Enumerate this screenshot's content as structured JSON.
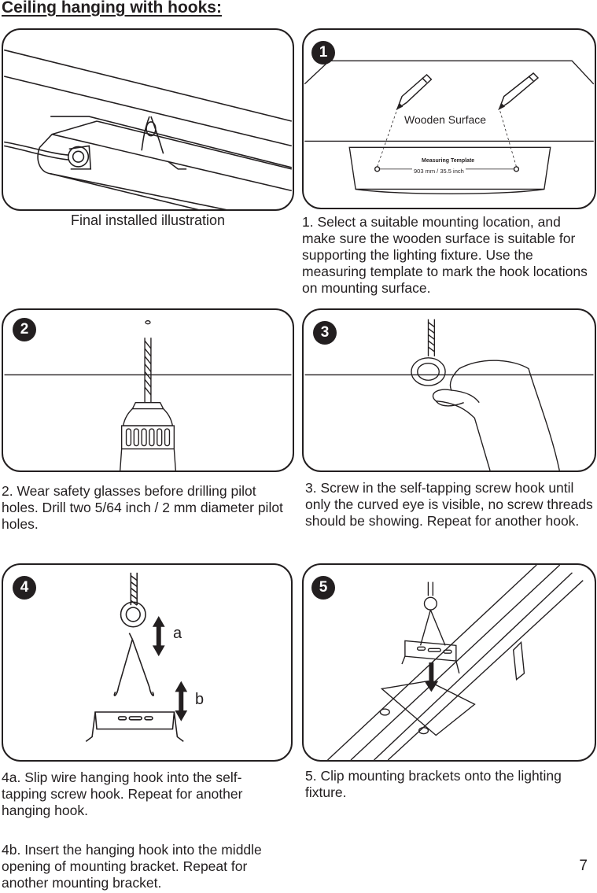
{
  "page": {
    "title": "Ceiling hanging with hooks:",
    "page_number": "7"
  },
  "final": {
    "caption": "Final installed illustration"
  },
  "steps": [
    {
      "badge": "1",
      "text": "1.   Select a suitable mounting location, and make sure the wooden surface is suitable for supporting the lighting fixture. Use the measuring template to mark the hook locations on mounting surface.",
      "surface_label": "Wooden Surface",
      "template_title": "Measuring Template",
      "template_measure": "903 mm / 35.5   inch"
    },
    {
      "badge": "2",
      "text": "2.   Wear safety glasses before drilling pilot holes.  Drill two 5/64 inch / 2 mm diameter pilot holes."
    },
    {
      "badge": "3",
      "text": "3.   Screw in the self-tapping screw hook until only the curved eye is visible, no screw threads should be showing. Repeat for another hook."
    },
    {
      "badge": "4",
      "label_a": "a",
      "label_b": "b",
      "text_a": "4a.   Slip wire hanging hook into the self-tapping screw hook. Repeat for another hanging hook.",
      "text_b": "4b.   Insert the hanging hook into the middle opening of mounting bracket. Repeat for another mounting bracket."
    },
    {
      "badge": "5",
      "text": "5.   Clip mounting brackets onto the lighting fixture."
    }
  ]
}
